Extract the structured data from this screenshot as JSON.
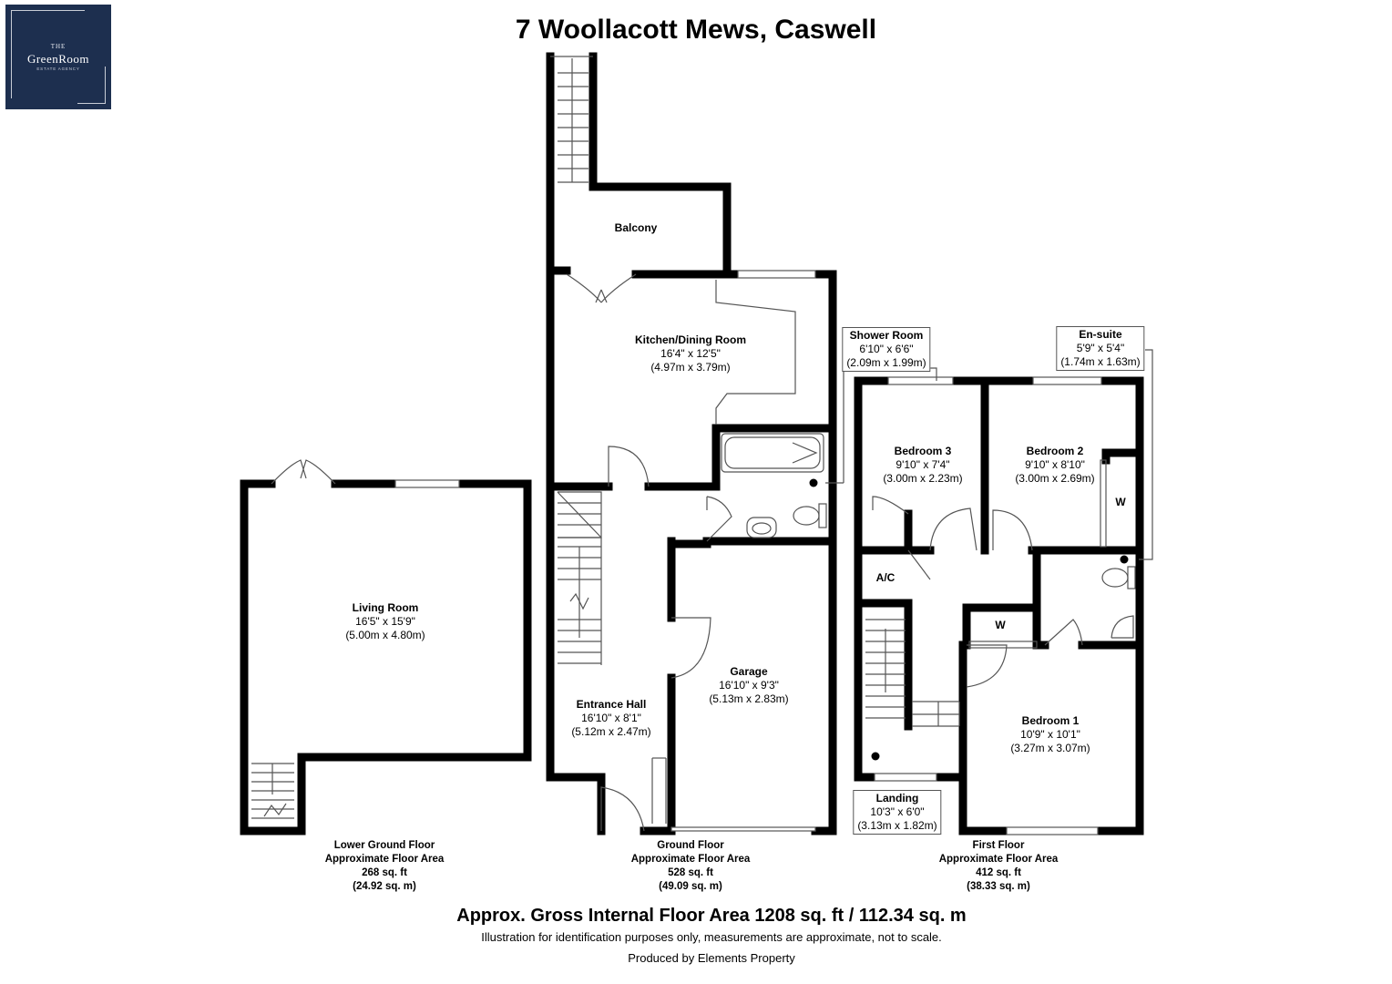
{
  "title": "7 Woollacott Mews, Caswell",
  "logo": {
    "line1": "THE",
    "line2": "GreenRoom",
    "line3": "ESTATE AGENCY",
    "brand_color": "#1d2f4f"
  },
  "rooms": {
    "balcony": {
      "name": "Balcony"
    },
    "kitchen": {
      "name": "Kitchen/Dining Room",
      "imperial": "16'4\" x 12'5\"",
      "metric": "(4.97m x 3.79m)"
    },
    "living": {
      "name": "Living Room",
      "imperial": "16'5\" x 15'9\"",
      "metric": "(5.00m x 4.80m)"
    },
    "garage": {
      "name": "Garage",
      "imperial": "16'10\" x 9'3\"",
      "metric": "(5.13m x 2.83m)"
    },
    "hall": {
      "name": "Entrance Hall",
      "imperial": "16'10\" x 8'1\"",
      "metric": "(5.12m x 2.47m)"
    },
    "shower": {
      "name": "Shower Room",
      "imperial": "6'10\" x 6'6\"",
      "metric": "(2.09m x 1.99m)"
    },
    "ensuite": {
      "name": "En-suite",
      "imperial": "5'9\" x 5'4\"",
      "metric": "(1.74m x 1.63m)"
    },
    "bed3": {
      "name": "Bedroom 3",
      "imperial": "9'10\" x 7'4\"",
      "metric": "(3.00m x 2.23m)"
    },
    "bed2": {
      "name": "Bedroom 2",
      "imperial": "9'10\" x 8'10\"",
      "metric": "(3.00m x 2.69m)"
    },
    "bed1": {
      "name": "Bedroom 1",
      "imperial": "10'9\" x 10'1\"",
      "metric": "(3.27m x 3.07m)"
    },
    "landing": {
      "name": "Landing",
      "imperial": "10'3\" x 6'0\"",
      "metric": "(3.13m x 1.82m)"
    },
    "ac": {
      "name": "A/C"
    },
    "w1": {
      "name": "W"
    },
    "w2": {
      "name": "W"
    }
  },
  "floors": {
    "lower": {
      "name": "Lower Ground Floor",
      "caption": "Approximate Floor Area",
      "sqft": "268 sq. ft",
      "sqm": "(24.92 sq. m)"
    },
    "ground": {
      "name": "Ground Floor",
      "caption": "Approximate Floor Area",
      "sqft": "528 sq. ft",
      "sqm": "(49.09 sq. m)"
    },
    "first": {
      "name": "First Floor",
      "caption": "Approximate Floor Area",
      "sqft": "412 sq. ft",
      "sqm": "(38.33 sq. m)"
    }
  },
  "footer": {
    "gross": "Approx. Gross Internal Floor Area 1208 sq. ft / 112.34 sq. m",
    "disclaimer": "Illustration for identification purposes only, measurements are approximate, not to scale.",
    "producer": "Produced by Elements Property"
  },
  "colors": {
    "wall": "#000000",
    "fixture": "#555555",
    "background": "#ffffff"
  }
}
